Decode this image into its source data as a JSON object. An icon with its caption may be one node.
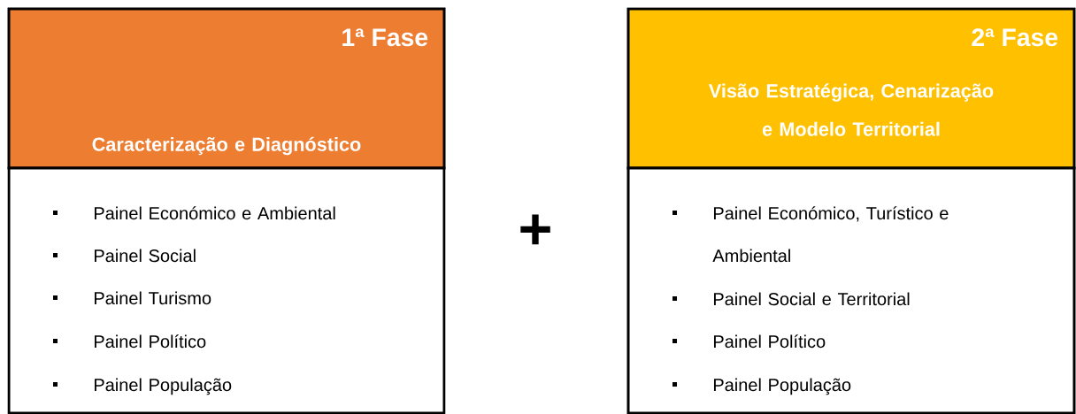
{
  "diagram": {
    "nodes": [
      {
        "text": [
          "1ª Fase",
          "Caracterização e Diagnóstico"
        ]
      },
      {
        "text": [
          "Painel Económico e Ambiental",
          "Painel Social",
          "Painel Turismo",
          "Painel Político",
          "Painel População"
        ]
      },
      {
        "text": [
          "2ª Fase",
          "Visão Estratégica, Cenarização e Modelo Territorial"
        ]
      },
      {
        "text": [
          "Painel Económico, Turístico e Ambiental",
          "Painel Social e Territorial",
          "Painel Político",
          "Painel População"
        ]
      }
    ],
    "labels": [
      "+"
    ]
  }
}
